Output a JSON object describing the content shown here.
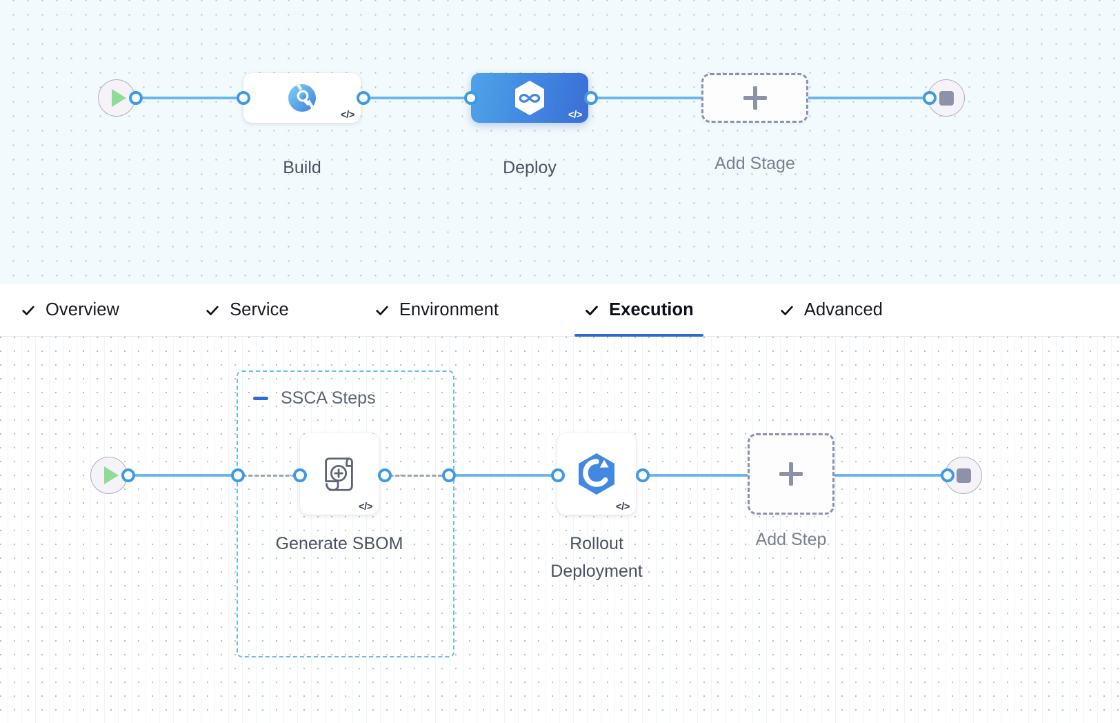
{
  "colors": {
    "accent_blue": "#2c6ad1",
    "connector_blue": "#68b8ef",
    "port_ring": "#3f9ae5",
    "selected_node_gradient_start": "#4ea3e8",
    "selected_node_gradient_end": "#3b6ed6",
    "group_border": "#67bdf2",
    "dashed_grey": "#8d92a8",
    "start_green": "#8fdc96",
    "stop_grey": "#8d92a8",
    "stage_canvas_bg": "#f3fafd",
    "step_canvas_bg": "#ffffff"
  },
  "stage_canvas": {
    "start_node": {
      "icon": "play-icon"
    },
    "end_node": {
      "icon": "stop-icon"
    },
    "stages": [
      {
        "label": "Build",
        "icon": "ci-build-icon",
        "selected": false,
        "code_badge": "</>"
      },
      {
        "label": "Deploy",
        "icon": "cd-hexagon-infinity-icon",
        "selected": true,
        "code_badge": "</>"
      }
    ],
    "add_stage": {
      "label": "Add Stage",
      "icon": "plus-icon"
    }
  },
  "tab_bar": {
    "tabs": [
      {
        "label": "Overview",
        "icon": "check-icon",
        "active": false
      },
      {
        "label": "Service",
        "icon": "check-icon",
        "active": false
      },
      {
        "label": "Environment",
        "icon": "check-icon",
        "active": false
      },
      {
        "label": "Execution",
        "icon": "check-icon",
        "active": true
      },
      {
        "label": "Advanced",
        "icon": "check-icon",
        "active": false
      }
    ]
  },
  "step_canvas": {
    "start_node": {
      "icon": "play-icon"
    },
    "end_node": {
      "icon": "stop-icon"
    },
    "group": {
      "title": "SSCA Steps",
      "collapse_icon": "minus-collapse-icon"
    },
    "steps": [
      {
        "label": "Generate SBOM",
        "icon": "sbom-scroll-plus-icon",
        "code_badge": "</>",
        "in_group": true
      },
      {
        "label": "Rollout\nDeployment",
        "icon": "kubernetes-rollout-icon",
        "code_badge": "</>",
        "in_group": false
      }
    ],
    "add_step": {
      "label": "Add Step",
      "icon": "plus-icon"
    }
  }
}
